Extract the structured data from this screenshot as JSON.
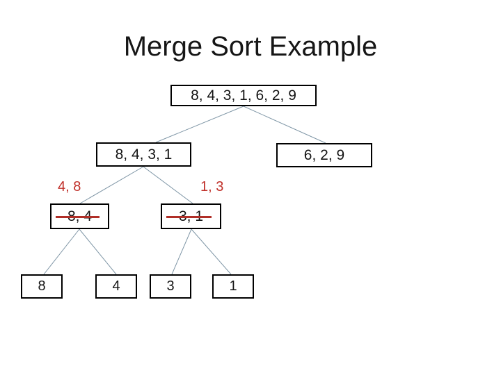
{
  "slide": {
    "title": "Merge Sort Example",
    "colors": {
      "background": "#ffffff",
      "box_border": "#000000",
      "box_text": "#141414",
      "connector_line": "#7f96a6",
      "highlight_red": "#c0302a",
      "strikethrough_red": "#b02f28"
    },
    "tree": {
      "root": {
        "label": "8, 4, 3, 1, 6, 2, 9"
      },
      "level2": {
        "left": {
          "label": "8, 4, 3, 1"
        },
        "right": {
          "label": "6, 2, 9"
        }
      },
      "merge_results": {
        "left": {
          "label": "4, 8"
        },
        "right": {
          "label": "1, 3"
        }
      },
      "crossed_out": {
        "left": {
          "label": "8, 4"
        },
        "right": {
          "label": "3, 1"
        }
      },
      "leaves": [
        {
          "label": "8"
        },
        {
          "label": "4"
        },
        {
          "label": "3"
        },
        {
          "label": "1"
        }
      ]
    }
  }
}
